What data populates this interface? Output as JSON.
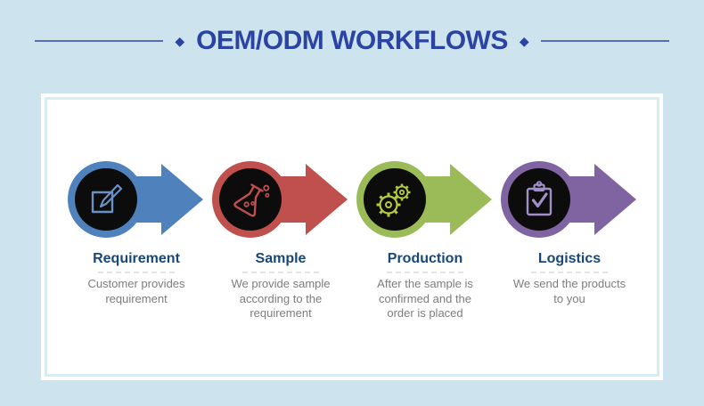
{
  "page": {
    "background_color": "#cde3ed",
    "card_background": "#ffffff",
    "card_border_color": "#d8ecf3"
  },
  "header": {
    "title": "OEM/ODM WORKFLOWS",
    "title_color": "#2b44a3",
    "diamond_icon": "◆",
    "line_color": "#5a6fae"
  },
  "text_colors": {
    "step_label": "#17477b",
    "step_description": "#7d7d7d"
  },
  "steps": [
    {
      "label": "Requirement",
      "description": "Customer provides requirement",
      "color": "#4f81bd",
      "icon": "edit-icon",
      "icon_color": "#6b91c4"
    },
    {
      "label": "Sample",
      "description": "We provide sample according to the requirement",
      "color": "#c0504d",
      "icon": "flask-icon",
      "icon_color": "#c0504d"
    },
    {
      "label": "Production",
      "description": "After the sample is confirmed and the order is placed",
      "color": "#9bbb59",
      "icon": "gears-icon",
      "icon_color": "#b5c93e"
    },
    {
      "label": "Logistics",
      "description": "We send the products to you",
      "color": "#8064a2",
      "icon": "clipboard-check-icon",
      "icon_color": "#a190c8"
    }
  ]
}
